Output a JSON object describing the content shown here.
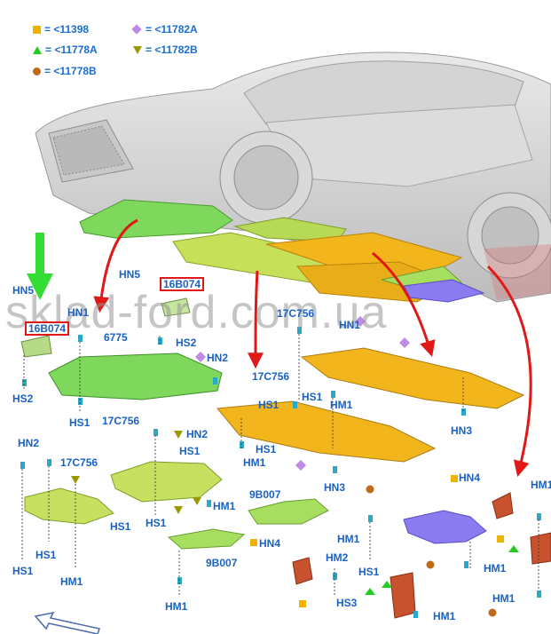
{
  "legend": [
    {
      "symbol": "square",
      "color": "#f0b400",
      "text": "= <11398"
    },
    {
      "symbol": "diamond",
      "color": "#c08ae8",
      "text": "= <11782A"
    },
    {
      "symbol": "triangle-up",
      "color": "#22cc22",
      "text": "= <11778A"
    },
    {
      "symbol": "triangle-down",
      "color": "#9a9a00",
      "text": "= <11782B"
    },
    {
      "symbol": "circle",
      "color": "#c06a1a",
      "text": "= <11778B"
    }
  ],
  "watermark": "sklad-ford.com.ua",
  "colors": {
    "label": "#1a62c4",
    "arrow_red": "#e01818",
    "arrow_green": "#33dd33",
    "part_green": "#9be05a",
    "part_yellow_green": "#c8e060",
    "part_orange": "#f2b51c",
    "part_blue": "#8a7cf0",
    "part_red": "#c8522e"
  },
  "labels": {
    "hn5_left": "HN5",
    "hs2_left": "HS2",
    "hs1_left": "HS1",
    "boxed_16b074_left": "16B074",
    "hn1_left": "HN1",
    "p6775": "6775",
    "hn5_mid": "HN5",
    "boxed_16b074_mid": "16B074",
    "hs2_mid": "HS2",
    "hn2_mid": "HN2",
    "p17c756_top": "17C756",
    "hn1_top": "HN1",
    "p17c756_mid": "17C756",
    "hs1_top": "HS1",
    "hm1_top": "HM1",
    "hs1_mid2": "HS1",
    "hn3_right": "HN3",
    "hn2_left": "HN2",
    "p17c756_left": "17C756",
    "p17c756_mid2": "17C756",
    "hn2_mid2": "HN2",
    "hs1_mid3": "HS1",
    "hs1_mid4": "HS1",
    "hm1_mid": "HM1",
    "hn3_mid": "HN3",
    "hm1_left": "HM1",
    "hs1_bottom_left": "HS1",
    "hs1_bottom_left2": "HS1",
    "hs1_mid5": "HS1",
    "hm1_mid2": "HM1",
    "p9b007_top": "9B007",
    "hm1_mid3": "HM1",
    "hn4_mid": "HN4",
    "p9b007_bottom": "9B007",
    "hm2": "HM2",
    "hs1_right": "HS1",
    "hs3": "HS3",
    "hm1_bottom": "HM1",
    "hm1_bottom_mid": "HM1",
    "hn4_right": "HN4",
    "hm1_right_top": "HM1",
    "hm1_right": "HM1",
    "hm1_right2": "HM1"
  }
}
